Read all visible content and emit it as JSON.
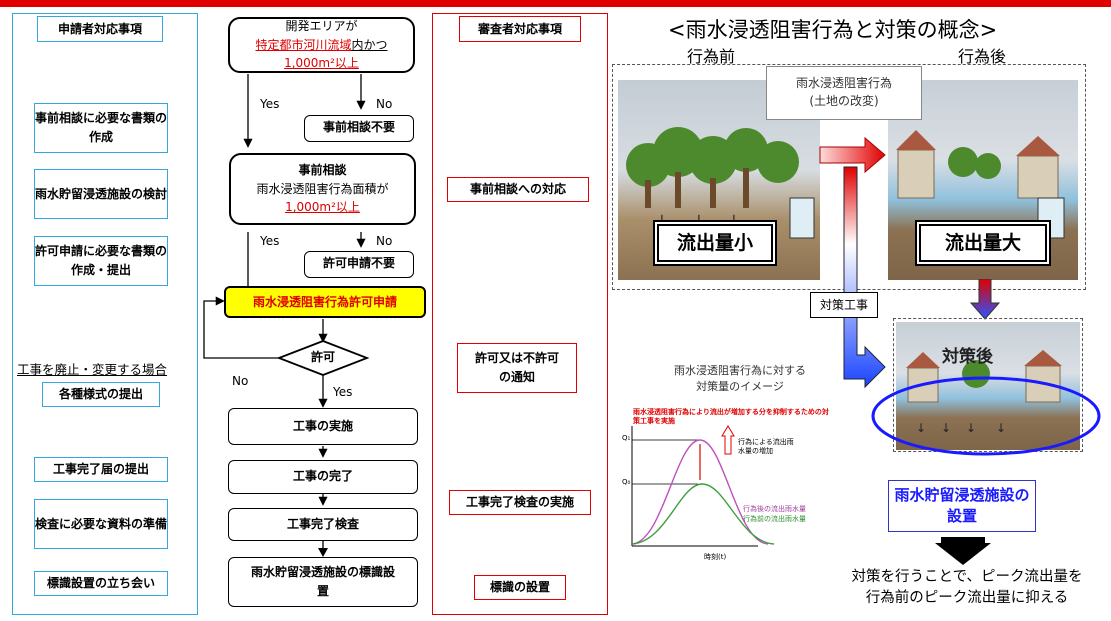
{
  "applicant": {
    "header": "申請者対応事項",
    "items": [
      "事前相談に必要な書類の作成",
      "雨水貯留浸透施設の検討",
      "許可申請に必要な書類の作成・提出",
      "各種様式の提出",
      "工事完了届の提出",
      "検査に必要な資料の準備",
      "標識設置の立ち会い"
    ],
    "change_note": "工事を廃止・変更する場合"
  },
  "flow": {
    "start": {
      "line1": "開発エリアが",
      "line2a": "特定都市河川流域",
      "line2b": "内かつ",
      "line3": "1,000m²以上"
    },
    "no_consult": "事前相談不要",
    "consult": {
      "title": "事前相談",
      "line2": "雨水浸透阻害行為面積が",
      "line3": "1,000m²以上"
    },
    "no_permit": "許可申請不要",
    "apply": "雨水浸透阻害行為許可申請",
    "decision": "許可",
    "yes": "Yes",
    "no": "No",
    "steps": [
      "工事の実施",
      "工事の完了",
      "工事完了検査",
      "雨水貯留浸透施設の標識設置"
    ]
  },
  "reviewer": {
    "header": "審査者対応事項",
    "items": [
      "事前相談への対応",
      "許可又は不許可の通知",
      "工事完了検査の実施",
      "標識の設置"
    ]
  },
  "concept": {
    "title": "<雨水浸透阻害行為と対策の概念>",
    "before": "行為前",
    "after": "行為後",
    "callout_line1": "雨水浸透阻害行為",
    "callout_line2": "(土地の改変)",
    "small_runoff": "流出量小",
    "large_runoff": "流出量大",
    "countermeasure_work": "対策工事",
    "after_measure": "対策後",
    "facility_line1": "雨水貯留浸透施設の",
    "facility_line2": "設置",
    "summary_line1": "対策を行うことで、ピーク流出量を",
    "summary_line2": "行為前のピーク流出量に抑える",
    "graph_title_line1": "雨水浸透阻害行為に対する",
    "graph_title_line2": "対策量のイメージ",
    "graph_red_note": "雨水浸透阻害行為により流出が増加する分を抑制するための対策工事を実施",
    "graph_increase": "行為による流出雨水量の増加",
    "graph_after_series": "行為後の流出雨水量",
    "graph_before_series": "行為前の流出雨水量",
    "q1": "Q₁",
    "q0": "Q₀",
    "xlabel": "時刻(t)"
  }
}
